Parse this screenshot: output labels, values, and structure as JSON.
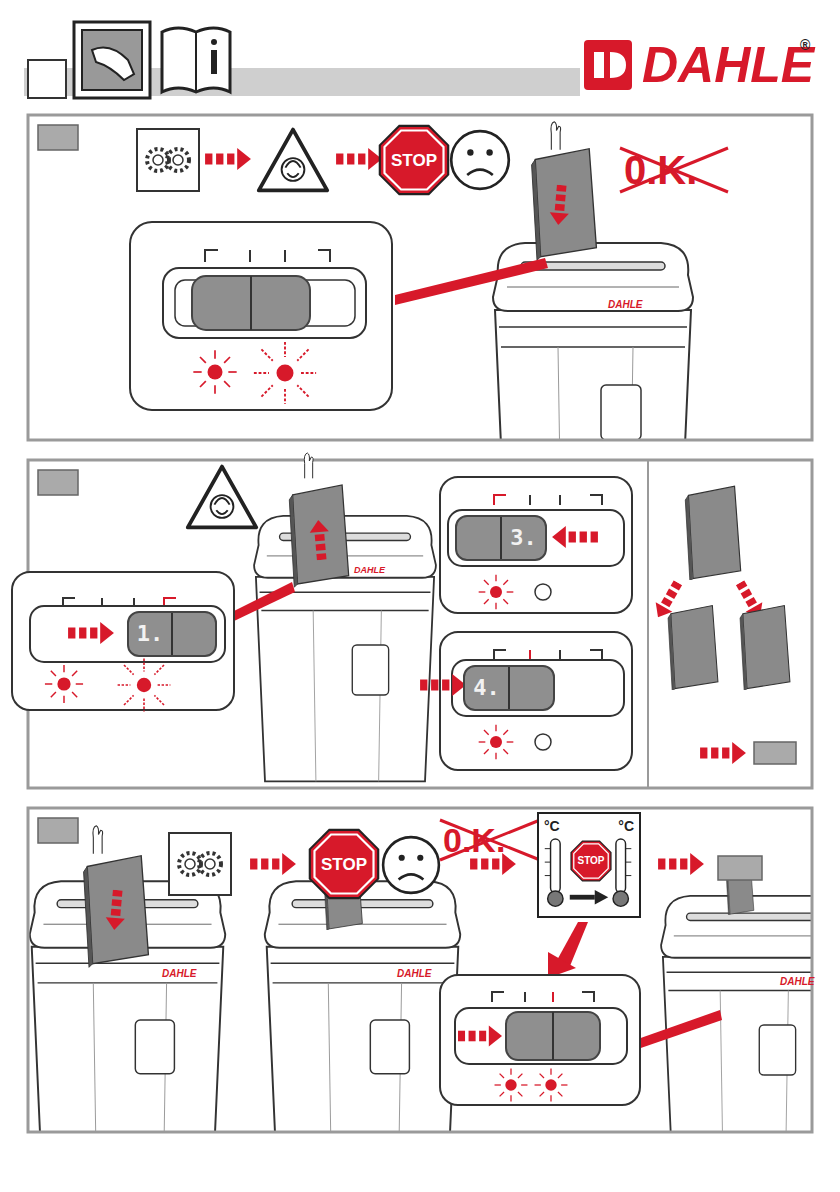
{
  "diagram": {
    "nodes": [
      {
        "text": [
          "STOP"
        ]
      },
      {
        "text": [
          "1."
        ]
      },
      {
        "text": [
          "3."
        ]
      },
      {
        "text": [
          "4."
        ]
      },
      {
        "text": [
          "STOP"
        ]
      },
      {
        "text": [
          "°C",
          "°C"
        ]
      },
      {
        "text": [
          "STOP"
        ],
        "in": 5
      }
    ],
    "labels": [
      "DAHLE",
      "®",
      "0.K.",
      "DAHLE",
      "DAHLE",
      "0.K.",
      "DAHLE",
      "DAHLE",
      "DAHLE"
    ]
  }
}
